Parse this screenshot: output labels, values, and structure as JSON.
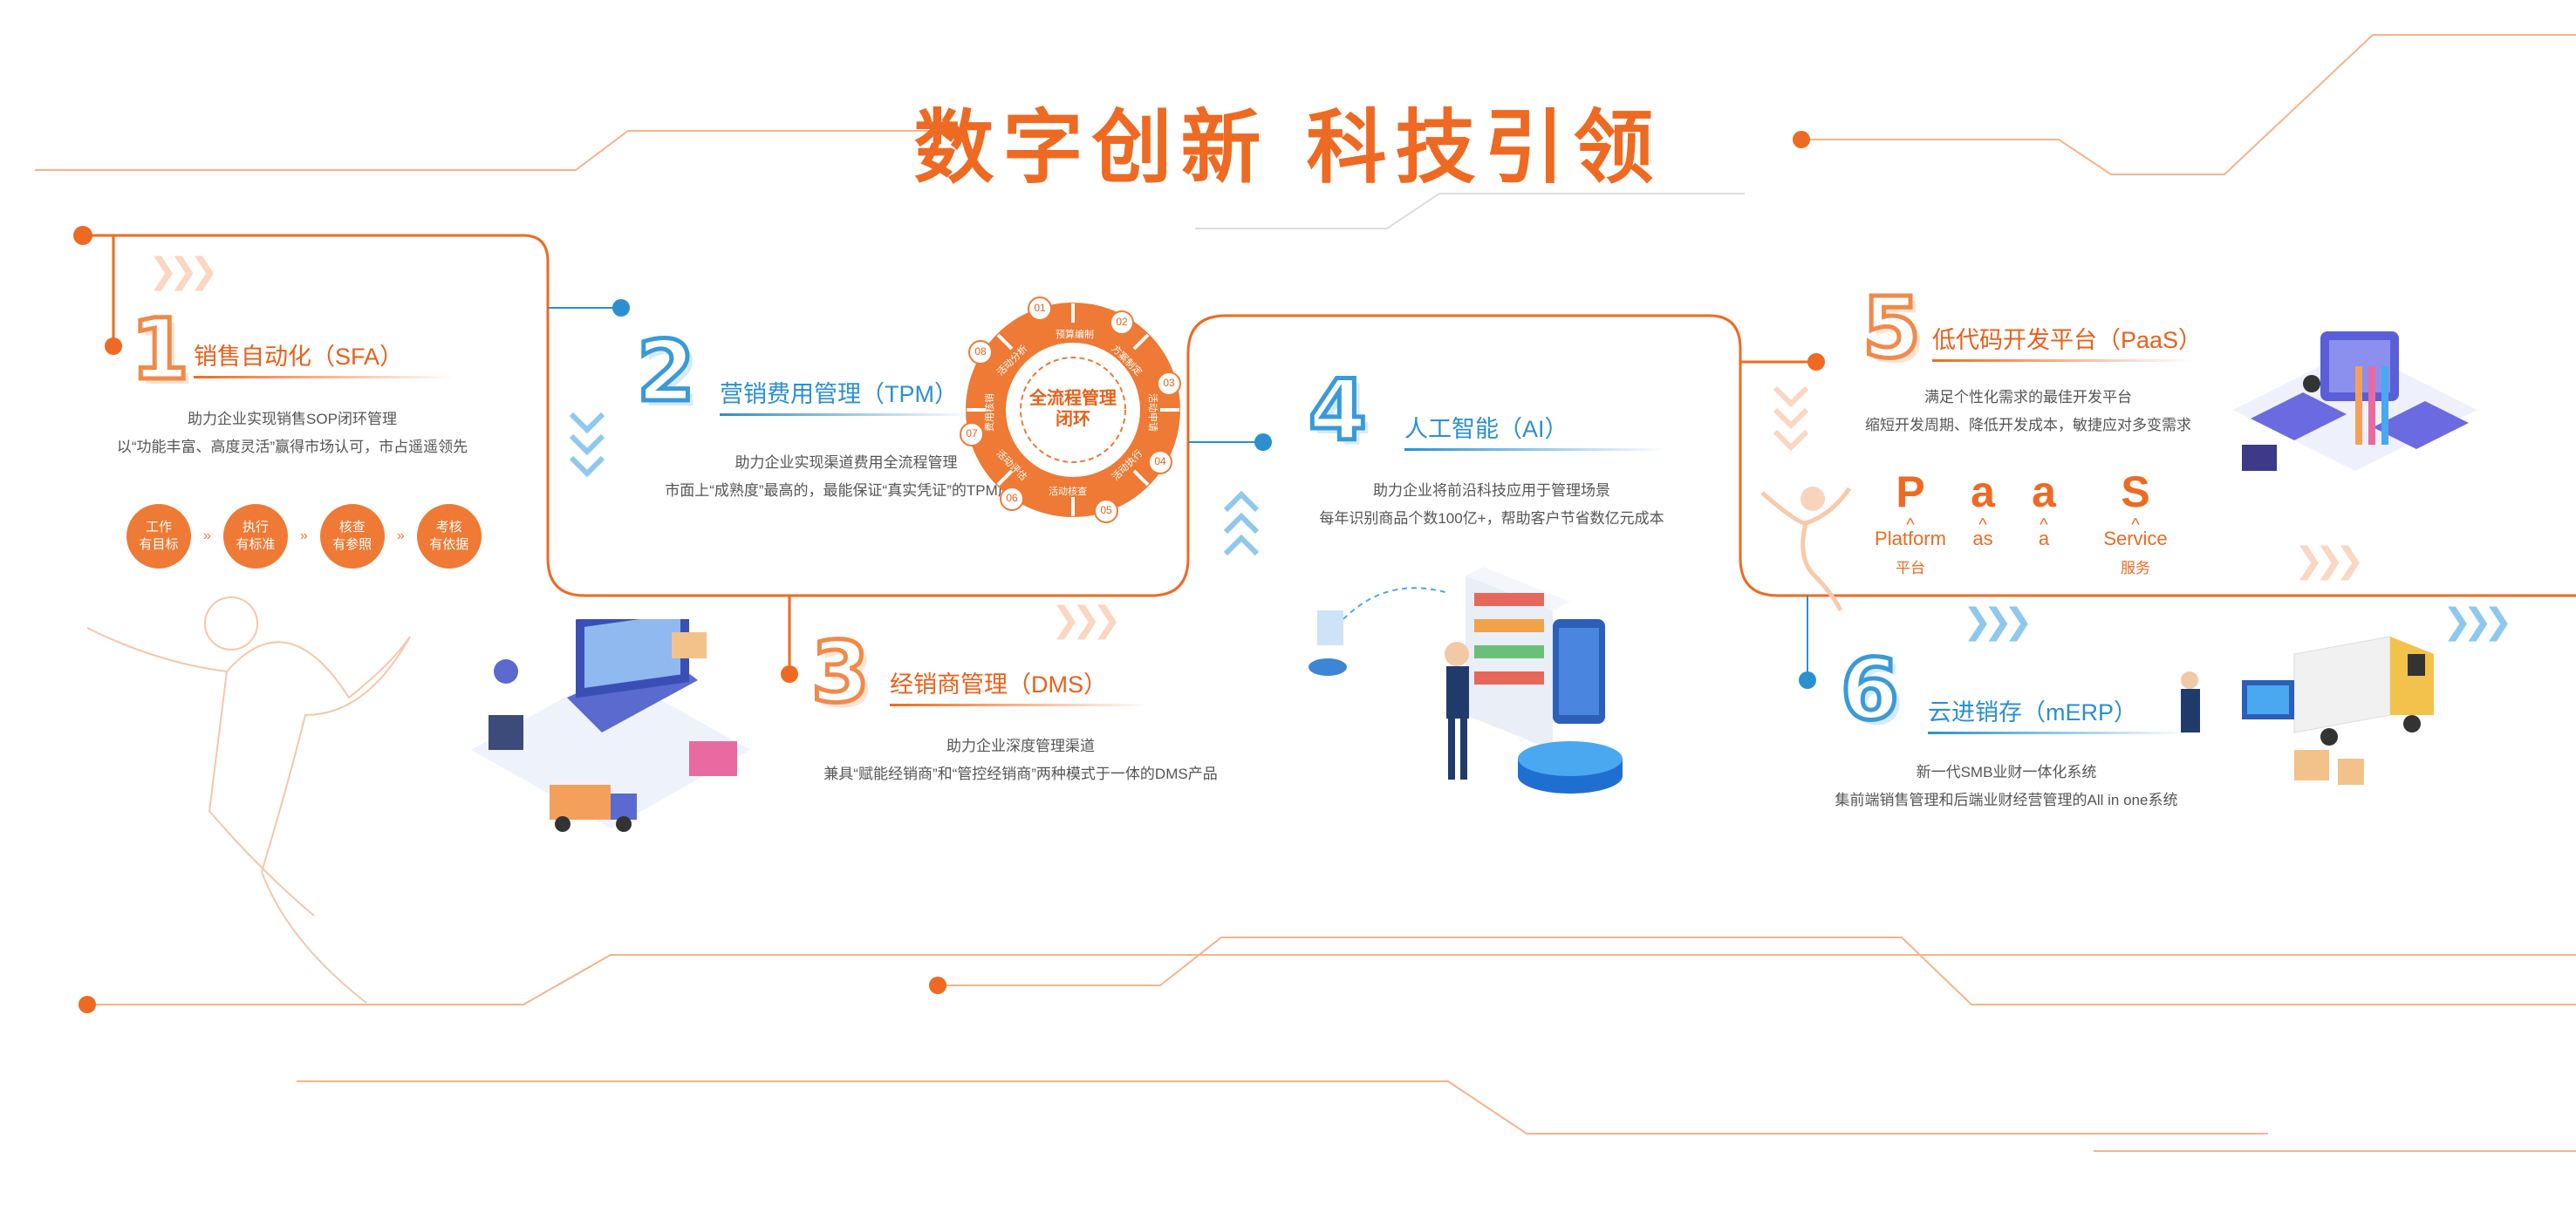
{
  "title": "数字创新 科技引领",
  "sections": [
    {
      "num": "1",
      "title": "销售自动化（SFA）",
      "desc": [
        "助力企业实现销售SOP闭环管理",
        "以“功能丰富、高度灵活”赢得市场认可，市占遥遥领先"
      ]
    },
    {
      "num": "2",
      "title": "营销费用管理（TPM）",
      "desc": [
        "助力企业实现渠道费用全流程管理",
        "市面上“成熟度”最高的，最能保证“真实凭证”的TPM产品"
      ]
    },
    {
      "num": "3",
      "title": "经销商管理（DMS）",
      "desc": [
        "助力企业深度管理渠道",
        "兼具“赋能经销商”和“管控经销商”两种模式于一体的DMS产品"
      ]
    },
    {
      "num": "4",
      "title": "人工智能（AI）",
      "desc": [
        "助力企业将前沿科技应用于管理场景",
        "每年识别商品个数100亿+，帮助客户节省数亿元成本"
      ]
    },
    {
      "num": "5",
      "title": "低代码开发平台（PaaS）",
      "desc": [
        "满足个性化需求的最佳开发平台",
        "缩短开发周期、降低开发成本，敏捷应对多变需求"
      ]
    },
    {
      "num": "6",
      "title": "云进销存（mERP）",
      "desc": [
        "新一代SMB业财一体化系统",
        "集前端销售管理和后端业财经营管理的All in one系统"
      ]
    }
  ],
  "sfa_steps": [
    {
      "l1": "工作",
      "l2": "有目标"
    },
    {
      "l1": "执行",
      "l2": "有标准"
    },
    {
      "l1": "核查",
      "l2": "有参照"
    },
    {
      "l1": "考核",
      "l2": "有依据"
    }
  ],
  "sfa_step_arrow": "»",
  "tpm_ring": {
    "center": [
      "全流程管理",
      "闭环"
    ],
    "nums": [
      "01",
      "02",
      "03",
      "04",
      "05",
      "06",
      "07",
      "08"
    ],
    "labels": [
      "预算编制",
      "方案制定",
      "活动申请",
      "活动执行",
      "活动核查",
      "活动评估",
      "费用核销",
      "活动分析"
    ]
  },
  "paas": {
    "letters": [
      "P",
      "a",
      "a",
      "S"
    ],
    "caret": "^",
    "words": [
      "Platform",
      "as",
      "a",
      "Service"
    ],
    "cn": [
      "平台",
      "",
      "",
      "服务"
    ]
  },
  "colors": {
    "orange": "#ee6a22",
    "blue": "#2b8fd0",
    "light_orange": "#f5a06e"
  }
}
